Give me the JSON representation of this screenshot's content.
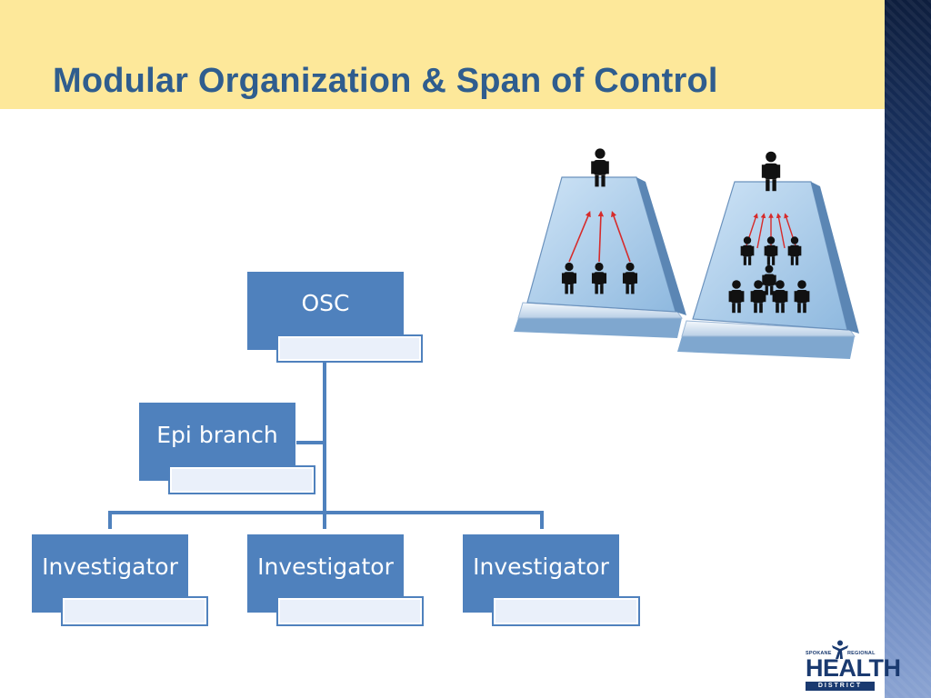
{
  "slide": {
    "title": "Modular Organization & Span of Control"
  },
  "org_chart": {
    "top": {
      "label": "OSC"
    },
    "assistant": {
      "label": "Epi branch"
    },
    "subordinates": [
      {
        "label": "Investigator"
      },
      {
        "label": "Investigator"
      },
      {
        "label": "Investigator"
      }
    ]
  },
  "logo": {
    "line1": "SPOKANE",
    "line2": "REGIONAL",
    "main": "HEALTH",
    "bottom": "DISTRICT"
  },
  "colors": {
    "box_fill": "#4f81bd",
    "title_text": "#2f5d8e",
    "title_band": "#fde89a",
    "logo": "#1a3a70"
  },
  "illustration": {
    "icon": "span-of-control-pyramids-icon"
  }
}
